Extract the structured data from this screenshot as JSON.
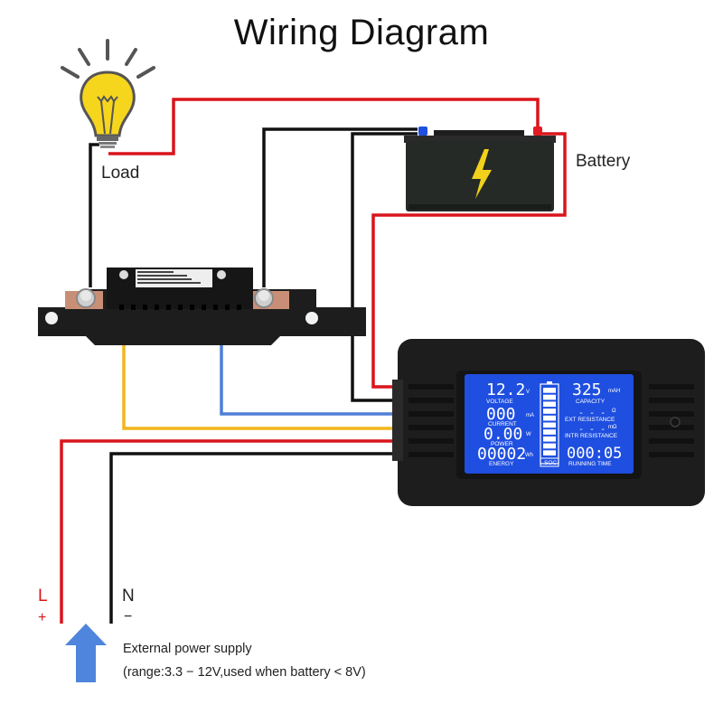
{
  "title": "Wiring Diagram",
  "labels": {
    "load": "Load",
    "battery": "Battery",
    "line": "L",
    "neutral": "N",
    "plus": "+",
    "minus": "−",
    "ext_supply_line1": "External power supply",
    "ext_supply_line2": "(range:3.3 − 12V,used when battery < 8V)"
  },
  "wire_colors": {
    "positive": "#d9151b",
    "negative": "#111111",
    "sense_yellow": "#f2b51c",
    "sense_blue": "#4f7fd6",
    "arrow": "#4f85dc"
  },
  "meter_display": {
    "voltage": {
      "value": "12.2",
      "unit": "V",
      "label": "VOLTAGE"
    },
    "current": {
      "value": "000",
      "unit": "mA",
      "label": "CURRENT"
    },
    "power": {
      "value": "0.00",
      "unit": "W",
      "label": "POWER"
    },
    "energy": {
      "value": "00002",
      "unit": "Wh",
      "label": "ENERGY"
    },
    "capacity": {
      "value": "325",
      "unit": "mAH",
      "label": "CAPACITY"
    },
    "ext_resistance": {
      "value": "- - -",
      "unit": "Ω",
      "label": "EXT RESISTANCE"
    },
    "intr_resistance": {
      "value": "- - -",
      "unit": "mΩ",
      "label": "INTR RESISTANCE"
    },
    "running_time": {
      "value": "000:05",
      "label": "RUNNING TIME"
    },
    "soc": {
      "label": "SOC",
      "segments_total": 10,
      "segments_lit": 10
    }
  }
}
